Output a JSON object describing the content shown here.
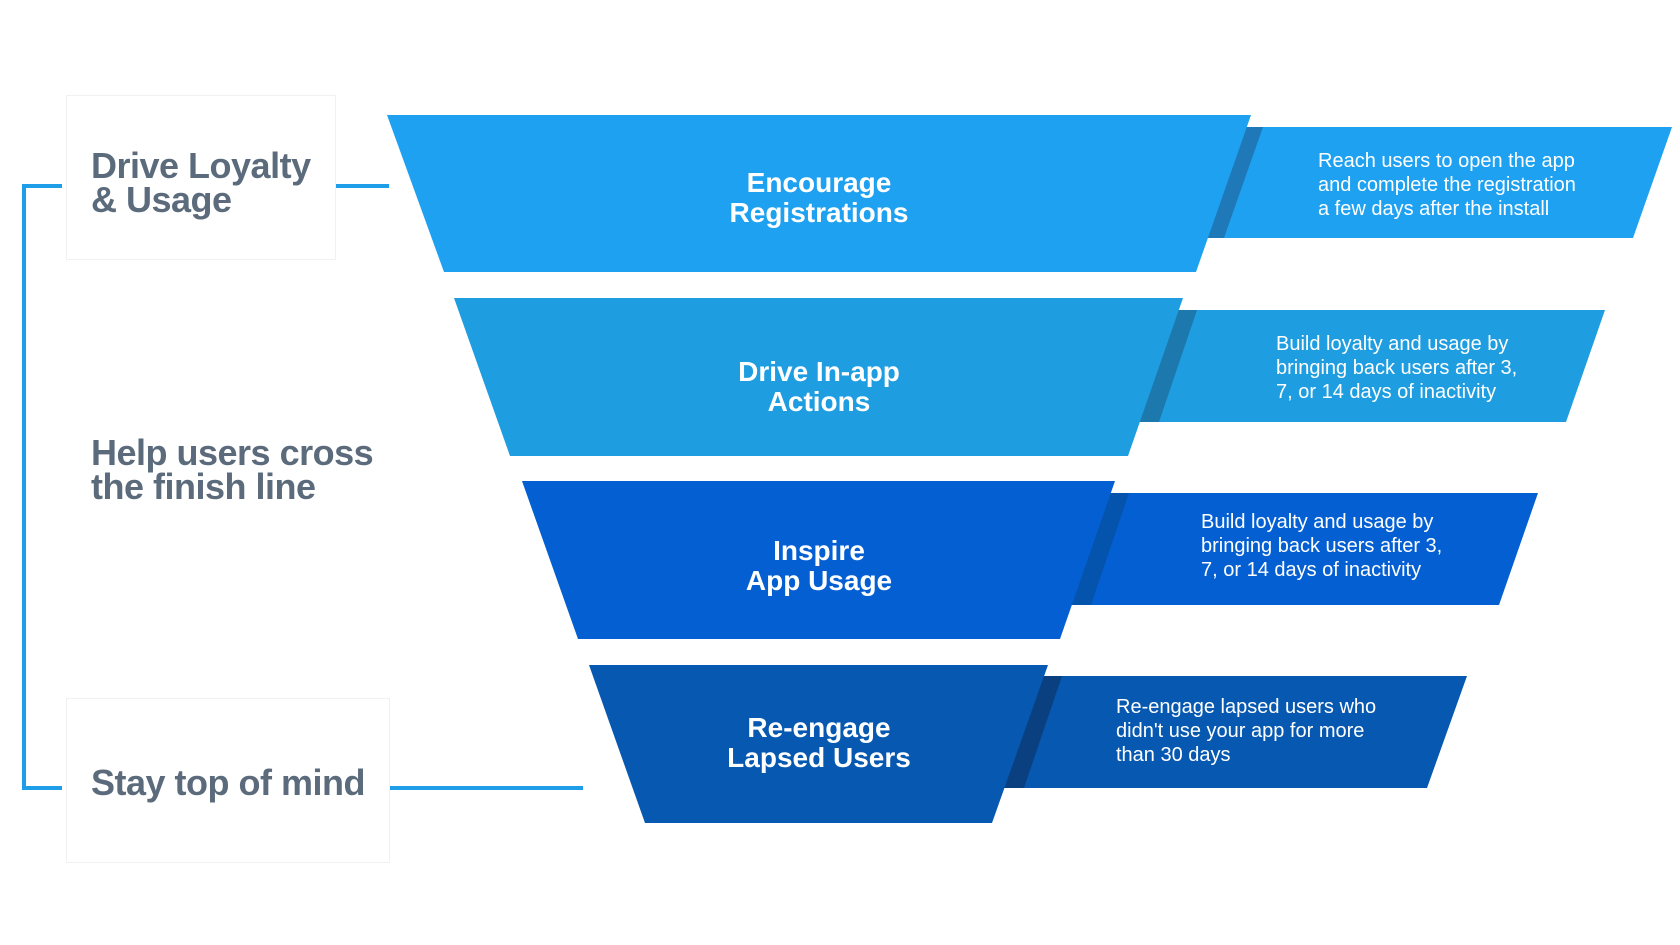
{
  "colors": {
    "bracket": "#1e9de8",
    "label_text": "#5b6b7c",
    "stage1": "#1fa1f1",
    "stage1_shadow": "#1f79b8",
    "stage2": "#1e9de0",
    "stage2_shadow": "#1c78ad",
    "stage3": "#045fd2",
    "stage3_shadow": "#0454ad",
    "stage4": "#0658b0",
    "stage4_shadow": "#0a3f80"
  },
  "left_labels": [
    {
      "line1": "Drive Loyalty",
      "line2": "& Usage"
    },
    {
      "line1": "Help users cross",
      "line2": "the finish line"
    },
    {
      "line1": "Stay top of mind",
      "line2": ""
    }
  ],
  "stages": [
    {
      "title1": "Encourage",
      "title2": "Registrations",
      "desc1": "Reach users to open the app",
      "desc2": "and complete the registration",
      "desc3": "a few days after the install"
    },
    {
      "title1": "Drive In-app",
      "title2": "Actions",
      "desc1": "Build loyalty and usage by",
      "desc2": "bringing back users after 3,",
      "desc3": "7, or 14 days of inactivity"
    },
    {
      "title1": "Inspire",
      "title2": "App Usage",
      "desc1": "Build loyalty and usage by",
      "desc2": "bringing back users after 3,",
      "desc3": "7, or 14 days of inactivity"
    },
    {
      "title1": "Re-engage",
      "title2": "Lapsed Users",
      "desc1": "Re-engage lapsed users who",
      "desc2": "didn't use your app for more",
      "desc3": "than 30 days"
    }
  ]
}
